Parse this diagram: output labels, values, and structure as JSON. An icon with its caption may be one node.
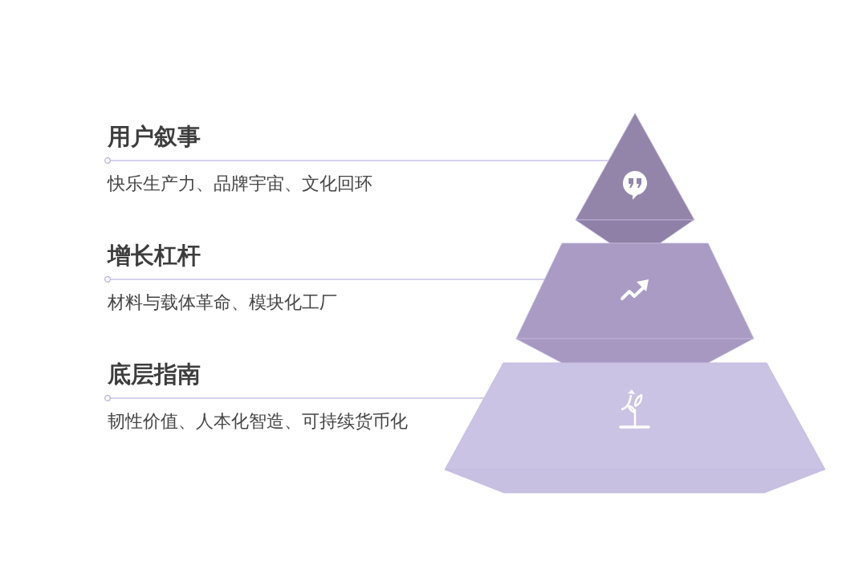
{
  "diagram": {
    "nodes": [
      {
        "text": [
          "用户叙事",
          "快乐生产力、品牌宇宙、文化回环"
        ]
      },
      {
        "text": [
          "增长杠杆",
          "材料与载体革命、模块化工厂"
        ]
      },
      {
        "text": [
          "底层指南",
          "韧性价值、人本化智造、可持续货币化"
        ]
      },
      {
        "text": [],
        "shape": "triangle"
      },
      {
        "text": [],
        "shape": "trapezoid"
      },
      {
        "text": [],
        "shape": "trapezoid"
      }
    ],
    "edges": [
      {
        "from": 0,
        "to": 3,
        "arrow": "other"
      },
      {
        "from": 1,
        "to": 4,
        "arrow": "other"
      },
      {
        "from": 2,
        "to": 5,
        "arrow": "other"
      }
    ]
  }
}
